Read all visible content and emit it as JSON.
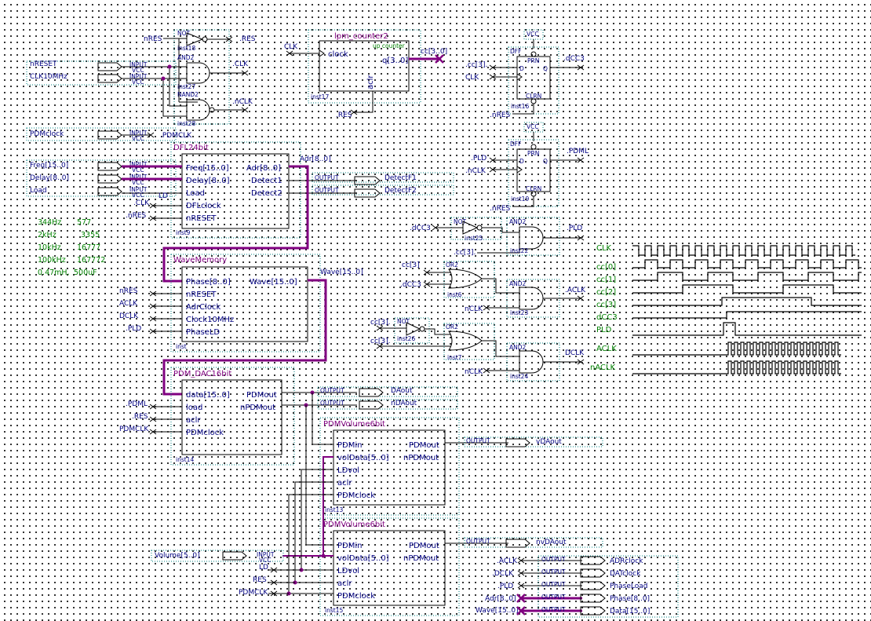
{
  "gates": {
    "not18": {
      "type": "NOT",
      "inst": "inst18",
      "in": "nRES",
      "out": ".RES"
    },
    "and27": {
      "type": "AND2",
      "inst": "inst27",
      "out": ".CLK"
    },
    "nand28": {
      "type": "NAND2",
      "inst": "inst28",
      "out": ".nCLK"
    },
    "not25": {
      "type": "NOT",
      "inst": "inst25",
      "in": ".dCC3"
    },
    "and22": {
      "type": "AND2",
      "inst": "inst22",
      "in2": ".cc[3].",
      "out": ".PLD"
    },
    "or6": {
      "type": "OR2",
      "inst": "inst6",
      "in1": "cc[3]",
      "in2": ".dCC3"
    },
    "and23": {
      "type": "AND2",
      "inst": "inst23",
      "in2": "nCLK",
      "out": ".ACLK"
    },
    "not26": {
      "type": "NOT",
      "inst": "inst26",
      "in": "cc[3]."
    },
    "or7": {
      "type": "OR2",
      "inst": "inst7",
      "in2": "cc[3]."
    },
    "and24": {
      "type": "AND2",
      "inst": "inst24",
      "in2": "nCLK",
      "out": "DCLK"
    }
  },
  "inputs_top": [
    {
      "name": "nRESET",
      "kw": "INPUT",
      "vcc": "VCC"
    },
    {
      "name": "CLK10MHz",
      "kw": "INPUT",
      "vcc": "VCC"
    },
    {
      "name": "PDMclock",
      "kw": "INPUT",
      "vcc": "VCC",
      "out": ".PDMCLK"
    }
  ],
  "inputs_dfl": [
    {
      "name": "Freq[15..0]",
      "kw": "INPUT",
      "vcc": "VCC"
    },
    {
      "name": "Delay[8..0]",
      "kw": "INPUT",
      "vcc": "VCC"
    },
    {
      "name": "Load",
      "kw": "INPUT",
      "vcc": "VCC",
      "out": "LD"
    }
  ],
  "counter": {
    "title": "lpm_counter2",
    "sub": "up counter",
    "clock": "clock",
    "q": "q[3..0]",
    "aclr": "aclr",
    "inst": "inst17",
    "clk_in": "CLK",
    "res_in": ".RES",
    "qout": "cc[3..0]"
  },
  "dff16": {
    "kind": "DFF",
    "vcc": "VCC",
    "prn": "PRN",
    "clrn": "CLRN",
    "d": "D",
    "q": "Q",
    "inst": "inst16",
    "d_in": ".cc[3].",
    "clk_in": "CLK",
    "clr_in": ".nRES",
    "q_out": ".dCC3"
  },
  "dff19": {
    "kind": "DFF",
    "vcc": "VCC",
    "prn": "PRN",
    "clrn": "CLRN",
    "d": "D",
    "q": "Q",
    "inst": "inst19",
    "d_in": ".PLD",
    "clk_in": ".nCLK",
    "clr_in": ".nRES",
    "q_out": ".PDML"
  },
  "dfl": {
    "title": "DFL24bit",
    "inst": "inst9",
    "pins_l": [
      "Freq[15..0]",
      "Delay[8..0]",
      "Load",
      "DFLclock",
      "nRESET"
    ],
    "pins_r": [
      "Adr[8..0]",
      "Detect1",
      "Detect2"
    ],
    "in_labels": [
      ".CLK",
      ".nRES"
    ],
    "adr_label": "Adr[8..0]",
    "out1": {
      "kw": "OUTPUT",
      "name": "DetectF1"
    },
    "out2": {
      "kw": "OUTPUT",
      "name": "DetectF2"
    }
  },
  "notes": [
    [
      "344Hz",
      "577"
    ],
    [
      "2kHz",
      "3355"
    ],
    [
      "10kHz",
      "16777"
    ],
    [
      "100kHz",
      "167772"
    ],
    [
      "0.47mH,",
      "500uF"
    ]
  ],
  "wavemem": {
    "title": "WaveMemory",
    "inst": "inst",
    "pins_l": [
      "Phase[8..0]",
      "nRESET",
      "AdrClock",
      "Clock10MHz",
      "PhaseLD"
    ],
    "pin_r": "Wave[15..0]",
    "out_label": "Wave[15..0]",
    "in_labels": [
      "nRES",
      "ACLK",
      "DCLK",
      ".PLD"
    ]
  },
  "pdmdac": {
    "title": "PDM_DAC16bit",
    "inst": "inst14",
    "pins_l": [
      "data[15..0]",
      "load",
      "aclr",
      "PDMclock"
    ],
    "pins_r": [
      "PDMout",
      "nPDMout"
    ],
    "in_labels": [
      ".PDML",
      ".RES",
      "PDMCLK"
    ],
    "out1": {
      "kw": "OUTPUT",
      "name": "DAout"
    },
    "out2": {
      "kw": "OUTPUT",
      "name": "nDAout"
    }
  },
  "vol13": {
    "title": "PDMVolume6bit",
    "inst": "inst13",
    "pins_l": [
      "PDMin",
      "volData[5..0]",
      "LDvol",
      "aclr",
      "PDMclock"
    ],
    "pins_r": [
      "PDMout",
      "nPDMout"
    ],
    "out": {
      "kw": "OUTPUT",
      "name": "vDAout"
    }
  },
  "vol15": {
    "title": "PDMVolume6bit",
    "inst": "inst15",
    "pins_l": [
      "PDMin",
      "volData[5..0]",
      "LDvol",
      "aclr",
      "PDMclock"
    ],
    "pins_r": [
      "PDMout",
      "nPDMout"
    ],
    "out": {
      "kw": "OUTPUT",
      "name": "nvDAout"
    }
  },
  "volume_in": {
    "name": "Volume[5..0]",
    "kw": "INPUT",
    "vcc": "VCC",
    "labels": [
      "LD",
      "RES",
      "PDMCLK"
    ]
  },
  "outs_bottom": [
    {
      "in": ".ACLK",
      "kw": "OUTPUT",
      "name": "ADRclock"
    },
    {
      "in": ".DCLK",
      "kw": "OUTPUT",
      "name": "DATclock"
    },
    {
      "in": ".PLD",
      "kw": "OUTPUT",
      "name": "PhaseLoad"
    },
    {
      "in": "Adr[8..0]",
      "kw": "OUTPUT",
      "name": "Phase[8..0]"
    },
    {
      "in": "Wave[15..0]",
      "kw": "OUTPUT",
      "name": "Data[15..0]"
    }
  ],
  "timing": {
    "labels": [
      "CLK",
      "cc[0]",
      "cc[1]",
      "cc[2]",
      "cc[3]",
      "dCC3",
      "PLD",
      "ACLK",
      "nACLK"
    ]
  }
}
